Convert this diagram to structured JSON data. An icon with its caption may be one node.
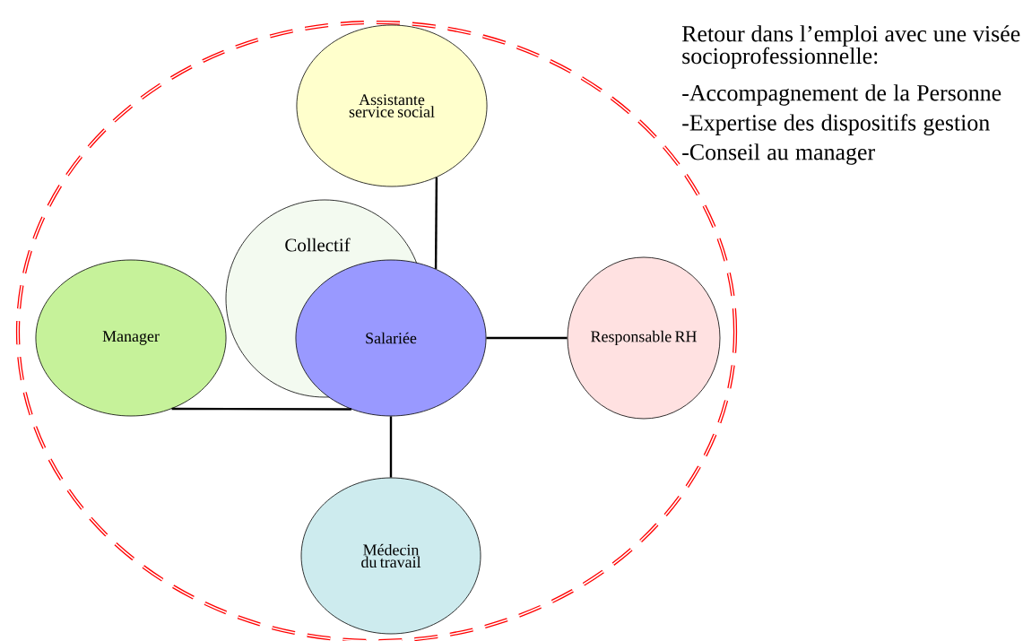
{
  "diagram": {
    "nodes": [
      {
        "text": [],
        "shape": "ellipse"
      },
      {
        "text": [
          "Assistante service social"
        ],
        "in": 0
      },
      {
        "text": [
          "Collectif"
        ],
        "in": 0
      },
      {
        "text": [
          "Manager"
        ],
        "in": 0
      },
      {
        "text": [
          "Salariée"
        ],
        "in": 0
      },
      {
        "text": [
          "Responsable RH"
        ],
        "in": 0
      },
      {
        "text": [
          "Médecin du travail"
        ],
        "in": 0
      }
    ],
    "edges": [
      {
        "from": 4,
        "to": 1,
        "arrow": "none"
      },
      {
        "from": 4,
        "to": 3,
        "arrow": "none"
      },
      {
        "from": 4,
        "to": 5,
        "arrow": "none"
      },
      {
        "from": 4,
        "to": 6,
        "arrow": "none"
      }
    ],
    "labels": [
      "Retour dans l’emploi avec une visée socioprofessionnelle:",
      "-Accompagnement de la Personne",
      "-Expertise des dispositifs gestion",
      "-Conseil au manager"
    ]
  }
}
